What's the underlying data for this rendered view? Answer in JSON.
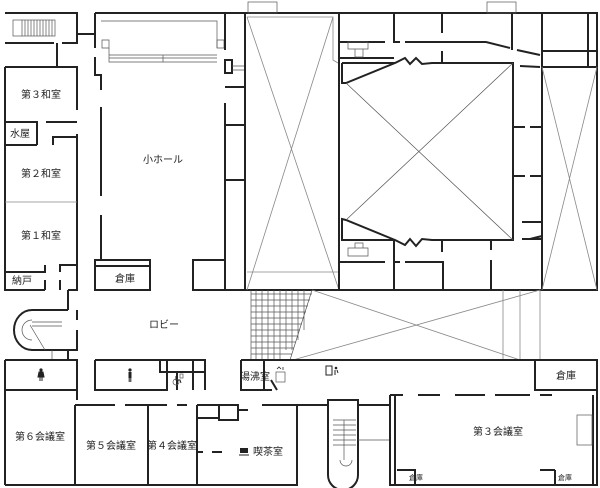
{
  "rooms": {
    "wa3": "第３和室",
    "mizuya": "水屋",
    "wa2": "第２和室",
    "wa1": "第１和室",
    "nando": "納戸",
    "small_hall": "小ホール",
    "storage_hall": "倉庫",
    "lobby": "ロビー",
    "yuwakashi": "湯沸室",
    "storage_right": "倉庫",
    "conf6": "第６会議室",
    "conf5": "第５会議室",
    "conf4": "第４会議室",
    "cafe": "喫茶室",
    "conf3": "第３会議室",
    "storage_small_1": "倉庫",
    "storage_small_2": "倉庫"
  },
  "icons": [
    "toilet-female-icon",
    "toilet-male-icon",
    "wheelchair-icon",
    "elevator-icon",
    "phone-icon",
    "coffee-icon"
  ]
}
